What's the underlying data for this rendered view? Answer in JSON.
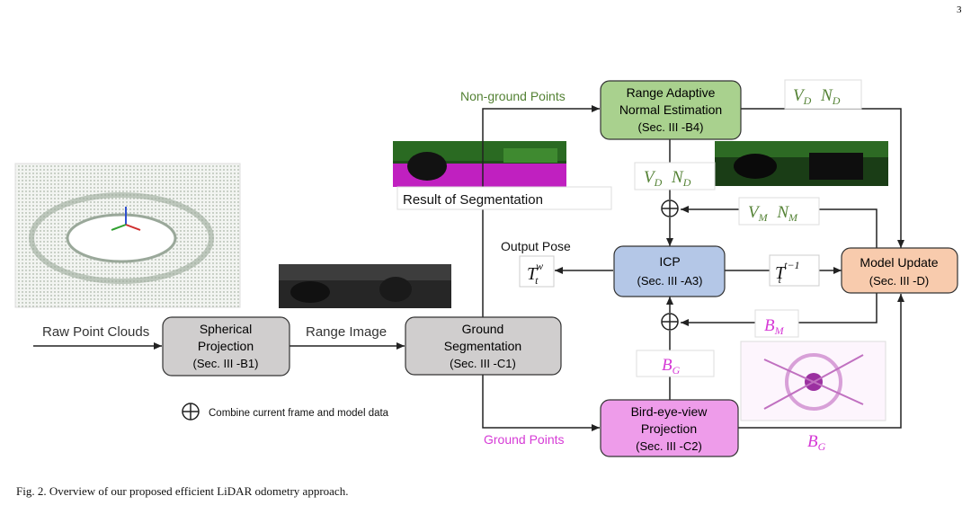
{
  "page_number": "3",
  "inputs": {
    "raw_point_clouds": "Raw Point Clouds",
    "range_image": "Range Image"
  },
  "boxes": {
    "spherical": {
      "line1": "Spherical",
      "line2": "Projection",
      "line3": "(Sec. III -B1)"
    },
    "ground_seg": {
      "line1": "Ground",
      "line2": "Segmentation",
      "line3": "(Sec. III -C1)"
    },
    "range_adaptive": {
      "line1": "Range Adaptive",
      "line2": "Normal Estimation",
      "line3": "(Sec. III -B4)"
    },
    "icp": {
      "line1": "ICP",
      "line2": "(Sec. III -A3)"
    },
    "model_update": {
      "line1": "Model Update",
      "line2": "(Sec. III -D)"
    },
    "bev": {
      "line1": "Bird-eye-view",
      "line2": "Projection",
      "line3": "(Sec. III -C2)"
    }
  },
  "labels": {
    "non_ground_points": "Non-ground Points",
    "ground_points": "Ground Points",
    "result_of_segmentation": "Result of Segmentation",
    "output_pose": "Output Pose",
    "legend_text": "Combine current frame and model data"
  },
  "math": {
    "VD": "V",
    "VD_sub": "D",
    "ND": "N",
    "ND_sub": "D",
    "VM": "V",
    "VM_sub": "M",
    "NM": "N",
    "NM_sub": "M",
    "BM": "B",
    "BM_sub": "M",
    "BG": "B",
    "BG_sub": "G",
    "Ttw_T": "T",
    "Ttw_sub": "t",
    "Ttw_sup": "w",
    "Tt1_T": "T",
    "Tt1_sub": "t",
    "Tt1_sup": "t−1"
  },
  "caption": "Fig. 2.  Overview of our proposed efficient LiDAR odometry approach.",
  "colors": {
    "green_box": "#a9d18e",
    "green_text": "#548235",
    "gray_box": "#d0cece",
    "blue_box": "#b4c7e7",
    "orange_box": "#f8cbad",
    "pink_box": "#ee9cea",
    "magenta_text": "#d63bd6"
  }
}
